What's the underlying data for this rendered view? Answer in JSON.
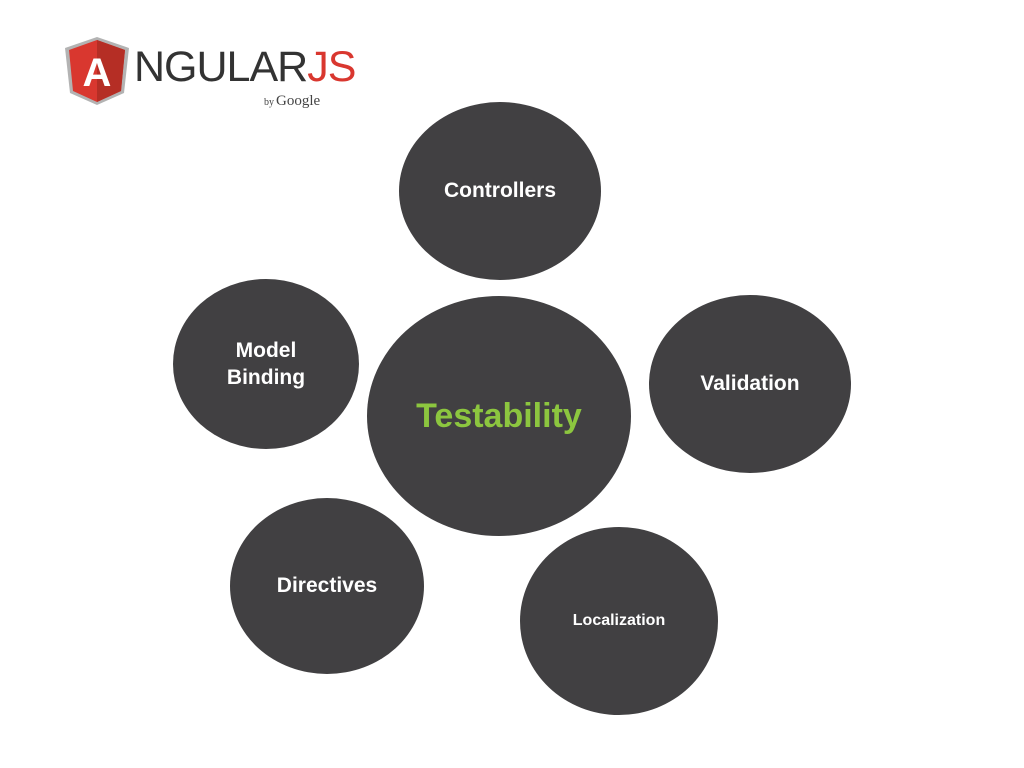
{
  "logo": {
    "shield_letter": "A",
    "word_dark": "NGULAR",
    "word_red": "JS",
    "by": "by",
    "brand": "Google"
  },
  "colors": {
    "bubble": "#414042",
    "center_text": "#8cc63f",
    "logo_red": "#d9372f",
    "logo_dark": "#333333"
  },
  "diagram": {
    "center": "Testability",
    "nodes": {
      "top": "Controllers",
      "left_line1": "Model",
      "left_line2": "Binding",
      "right": "Validation",
      "bottom_left": "Directives",
      "bottom_right": "Localization"
    }
  }
}
